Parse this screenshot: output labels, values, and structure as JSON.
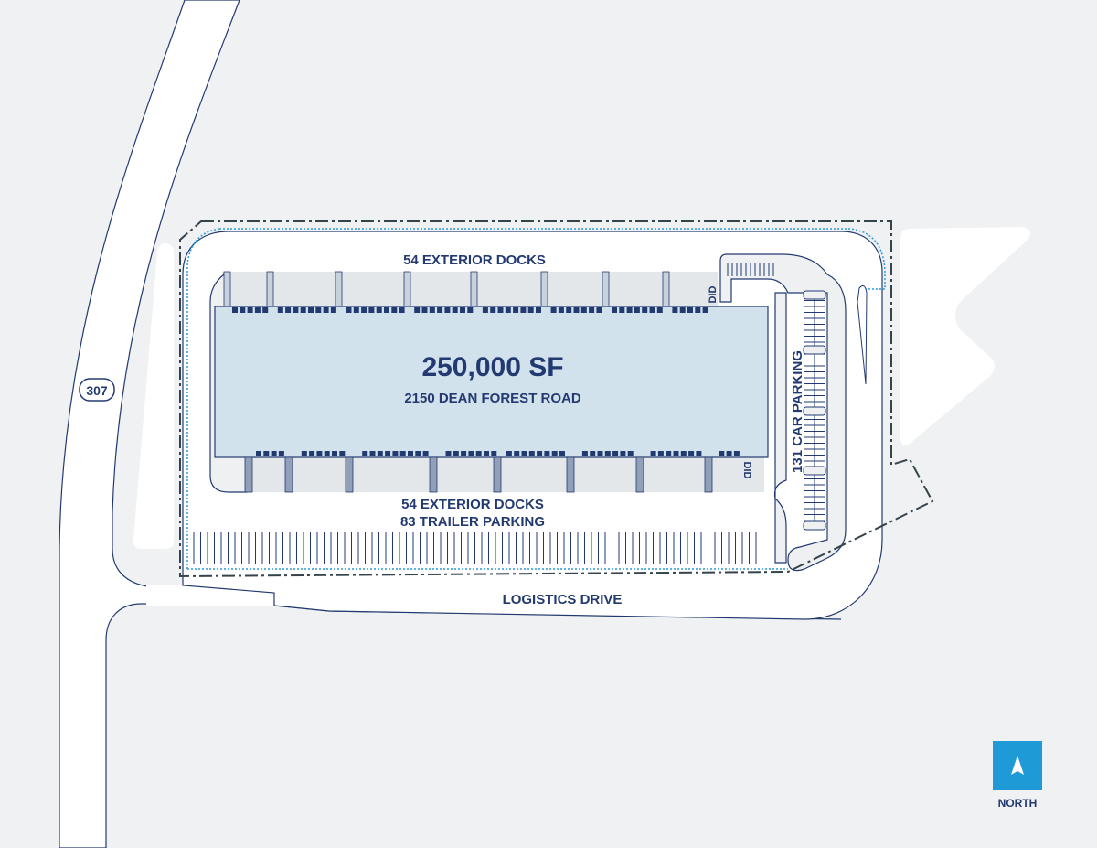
{
  "building": {
    "area": "250,000 SF",
    "address": "2150 DEAN FOREST ROAD"
  },
  "labels": {
    "top_docks": "54 EXTERIOR DOCKS",
    "bottom_docks": "54 EXTERIOR DOCKS",
    "trailer_parking": "83 TRAILER PARKING",
    "car_parking": "131 CAR PARKING",
    "did_top": "DID",
    "did_bottom": "DID",
    "road_name": "LOGISTICS DRIVE",
    "highway_shield": "307"
  },
  "north": {
    "label": "NORTH",
    "icon": "north-arrow-icon"
  },
  "colors": {
    "background": "#eff1f3",
    "navy": "#233a70",
    "building": "#d2e2ed",
    "apron": "#e4e7ea",
    "boundary": "#34444a",
    "dotted": "#2a9ad8",
    "north": "#1e9ad6"
  }
}
